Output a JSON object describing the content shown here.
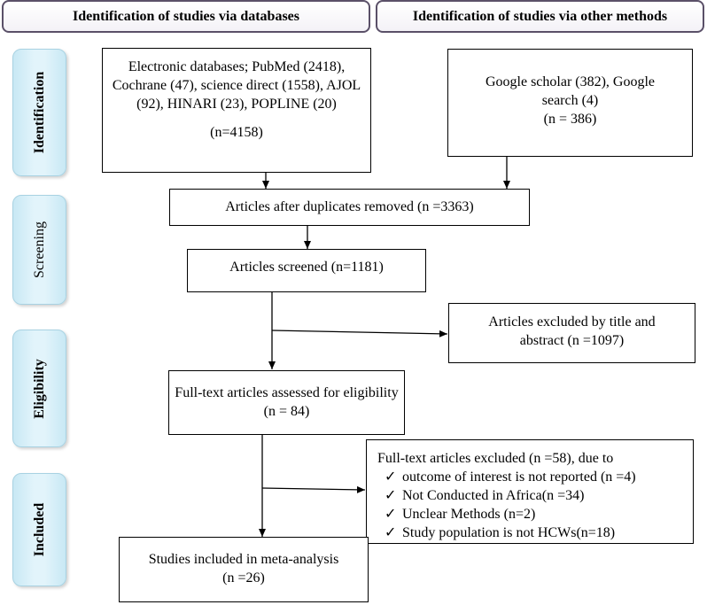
{
  "headers": {
    "databases": "Identification of studies via databases",
    "other_methods": "Identification of studies via other methods"
  },
  "phases": {
    "identification": "Identification",
    "screening": "Screening",
    "eligibility": "Eligibility",
    "included": "Included"
  },
  "boxes": {
    "databases": {
      "line1": "Electronic databases; PubMed (2418),",
      "line2": "Cochrane (47), science direct (1558), AJOL",
      "line3": "(92), HINARI (23), POPLINE (20)",
      "count": "(n=4158)"
    },
    "other": {
      "line1": "Google scholar (382), Google",
      "line2": "search (4)",
      "count": "(n = 386)"
    },
    "duplicates": "Articles after duplicates removed (n =3363)",
    "screened": "Articles screened (n=1181)",
    "excluded_title": {
      "line1": "Articles excluded by title and",
      "line2": "abstract (n =1097)"
    },
    "fulltext": {
      "line1": "Full-text articles assessed for eligibility",
      "line2": "(n = 84)"
    },
    "excluded_fulltext": {
      "title": "Full-text articles excluded (n =58), due to",
      "check": "✓",
      "reasons": [
        "outcome of interest is not reported (n =4)",
        "Not Conducted in Africa(n =34)",
        "Unclear Methods (n=2)",
        "Study population is not HCWs(n=18)"
      ]
    },
    "included": {
      "line1": "Studies included in meta-analysis",
      "line2": "(n =26)"
    }
  }
}
